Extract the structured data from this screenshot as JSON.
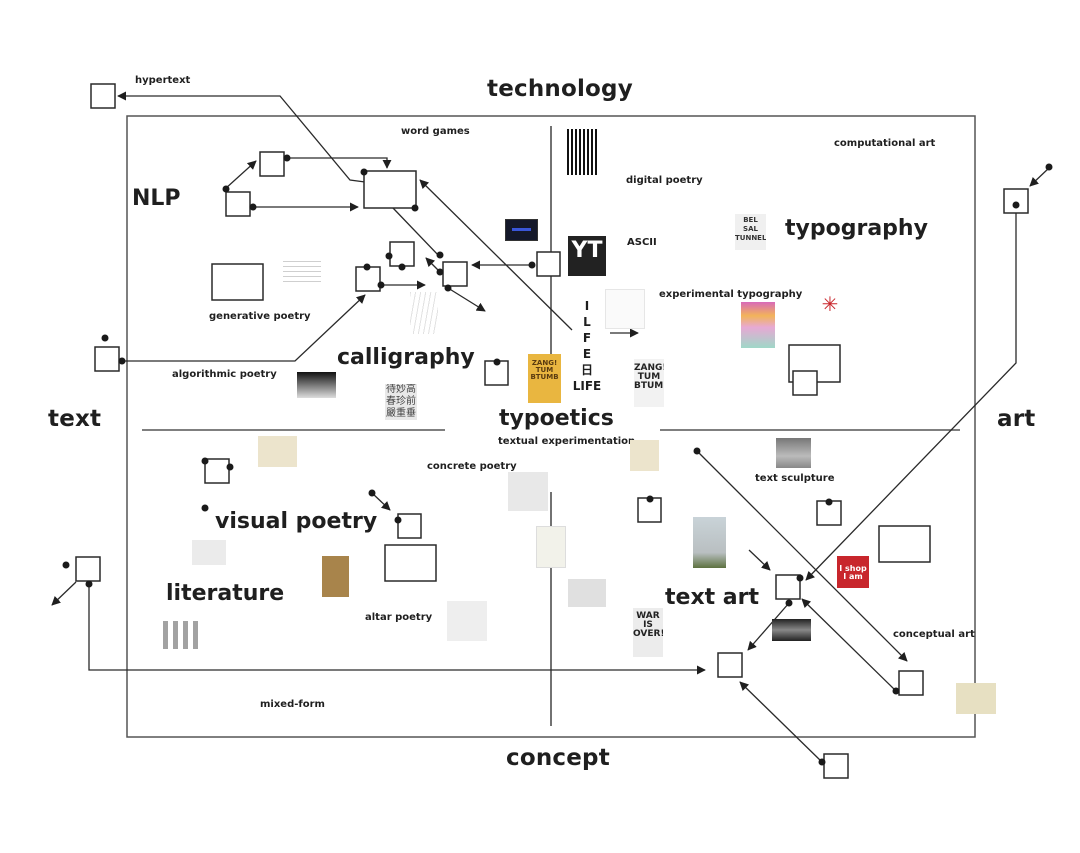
{
  "axes": {
    "top": "technology",
    "bottom": "concept",
    "left": "text",
    "right": "art"
  },
  "categories": {
    "nlp": "NLP",
    "typography": "typography",
    "calligraphy": "calligraphy",
    "typoetics": "typoetics",
    "visual_poetry": "visual poetry",
    "literature": "literature",
    "text_art": "text art"
  },
  "subcategories": {
    "hypertext": "hypertext",
    "word_games": "word games",
    "computational_art": "computational art",
    "digital_poetry": "digital poetry",
    "ascii": "ASCII",
    "experimental_typography": "experimental typography",
    "generative_poetry": "generative poetry",
    "algorithmic_poetry": "algorithmic poetry",
    "textual_experimentation": "textual experimentation",
    "concrete_poetry": "concrete poetry",
    "text_sculpture": "text sculpture",
    "altar_poetry": "altar poetry",
    "conceptual_art": "conceptual art",
    "mixed_form": "mixed-form"
  },
  "artwork_texts": {
    "ilfe_letters": [
      "I",
      "L",
      "F",
      "E",
      "日",
      "LIFE"
    ],
    "zang_tumb": "ZANG! TUM BTUMB",
    "war_is_over": "WAR IS OVER!",
    "i_shop": "I shop I am",
    "yt_ascii": "YT",
    "calligraphy_chars": "待妙高 春珍前 嚴重垂",
    "typography_sign": "BEL SAL TUNNEL"
  },
  "colors": {
    "ink": "#1f1f1f",
    "frame": "#555555",
    "zang_yellow": "#e9b640",
    "shop_red": "#c8262c",
    "paper_beige": "#ece4cc"
  }
}
